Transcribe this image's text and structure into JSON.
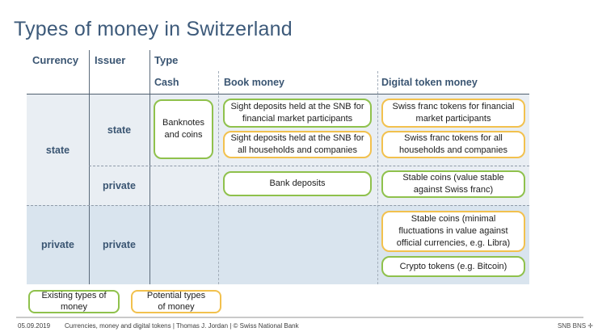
{
  "title": "Types of money in Switzerland",
  "header": {
    "currency": "Currency",
    "issuer": "Issuer",
    "type": "Type",
    "cash": "Cash",
    "book_money": "Book money",
    "digital_token_money": "Digital token money"
  },
  "rows": {
    "currency_state": "state",
    "currency_private": "private",
    "issuer_state": "state",
    "issuer_private_top": "private",
    "issuer_private_bottom": "private"
  },
  "boxes": {
    "banknotes": "Banknotes and coins",
    "sight_deposits_fmp": "Sight deposits held at the SNB for financial market participants",
    "sight_deposits_all": "Sight deposits held at the SNB for all households and companies",
    "bank_deposits": "Bank deposits",
    "chf_tokens_fmp": "Swiss franc tokens for financial market participants",
    "chf_tokens_all": "Swiss franc tokens for all households and companies",
    "stable_coins_chf": "Stable coins (value stable against Swiss franc)",
    "stable_coins_libra": "Stable coins (minimal fluctuations in value against official currencies, e.g. Libra)",
    "crypto_tokens": "Crypto tokens (e.g. Bitcoin)"
  },
  "legend": {
    "existing": "Existing types of money",
    "potential": "Potential types of money"
  },
  "footer": {
    "date": "05.09.2019",
    "text": "Currencies, money and digital tokens |  Thomas J. Jordan  |  © Swiss National Bank",
    "logo": "SNB BNS",
    "logo_symbol": "✛"
  },
  "colors": {
    "existing_green": "#8fc14c",
    "potential_yellow": "#f2c14e",
    "heading_blue": "#3a5572",
    "bg_state_row": "#e9eef3",
    "bg_private_row": "#d9e4ee"
  }
}
